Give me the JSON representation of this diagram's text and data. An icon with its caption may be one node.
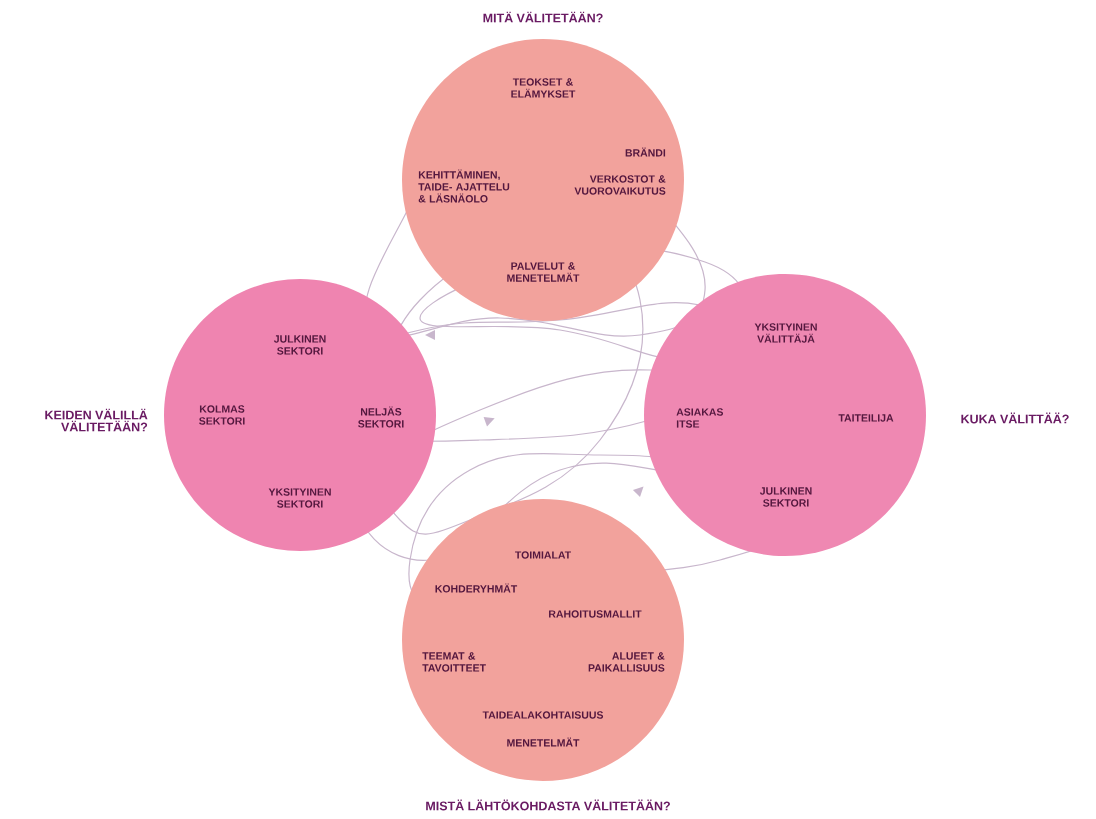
{
  "diagram": {
    "nodes": [
      {
        "text": [
          "MITÄ VÄLITETÄÄN?",
          "TEOKSET & ELÄMYKSET",
          "KEHITTÄMINEN, TAIDE- AJATTELU & LÄSNÄOLO",
          "BRÄNDI",
          "VERKOSTOT & VUOROVAIKUTUS",
          "PALVELUT & MENETELMÄT"
        ]
      },
      {
        "text": [
          "KEIDEN VÄLILLÄ VÄLITETÄÄN?",
          "JULKINEN SEKTORI",
          "KOLMAS SEKTORI",
          "NELJÄS SEKTORI",
          "YKSITYINEN SEKTORI"
        ]
      },
      {
        "text": [
          "KUKA VÄLITTÄÄ?",
          "YKSITYINEN VÄLITTÄJÄ",
          "ASIAKAS ITSE",
          "TAITEILIJA",
          "JULKINEN SEKTORI"
        ]
      },
      {
        "text": [
          "MISTÄ LÄHTÖKOHDASTA VÄLITETÄÄN?",
          "TOIMIALAT",
          "KOHDERYHMÄT",
          "RAHOITUSMALLIT",
          "TEEMAT & TAVOITTEET",
          "ALUEET & PAIKALLISUUS",
          "TAIDEALAKOHTAISUUS",
          "MENETELMÄT"
        ]
      }
    ]
  }
}
